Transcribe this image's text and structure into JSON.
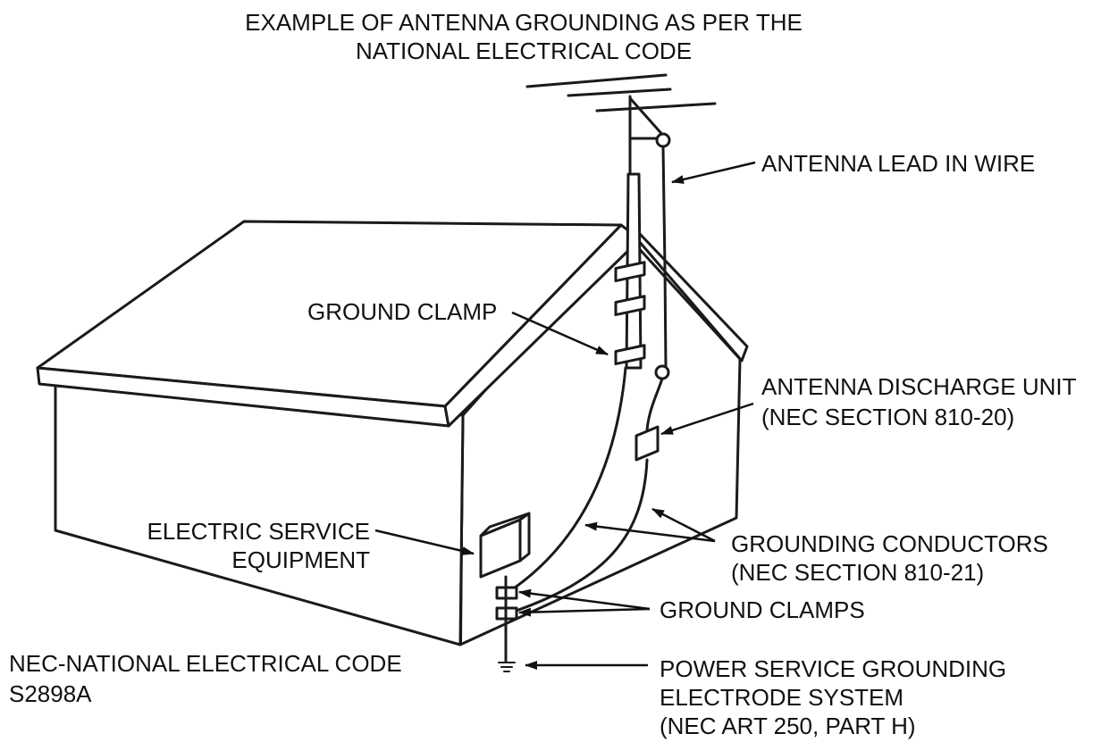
{
  "title": {
    "line1": "EXAMPLE OF ANTENNA GROUNDING AS PER THE",
    "line2": "NATIONAL ELECTRICAL CODE"
  },
  "labels": {
    "antenna_lead_in_wire": "ANTENNA LEAD IN WIRE",
    "ground_clamp": "GROUND CLAMP",
    "antenna_discharge_unit": "ANTENNA DISCHARGE UNIT",
    "antenna_discharge_unit_section": "(NEC SECTION 810-20)",
    "electric_service_line1": "ELECTRIC SERVICE",
    "electric_service_line2": "EQUIPMENT",
    "grounding_conductors": "GROUNDING CONDUCTORS",
    "grounding_conductors_section": "(NEC SECTION 810-21)",
    "ground_clamps": "GROUND CLAMPS",
    "power_service_line1": "POWER SERVICE GROUNDING",
    "power_service_line2": "ELECTRODE SYSTEM",
    "power_service_line3": "(NEC ART 250, PART H)"
  },
  "footer": {
    "nec_definition": "NEC-NATIONAL ELECTRICAL CODE",
    "figure_code": "S2898A"
  }
}
